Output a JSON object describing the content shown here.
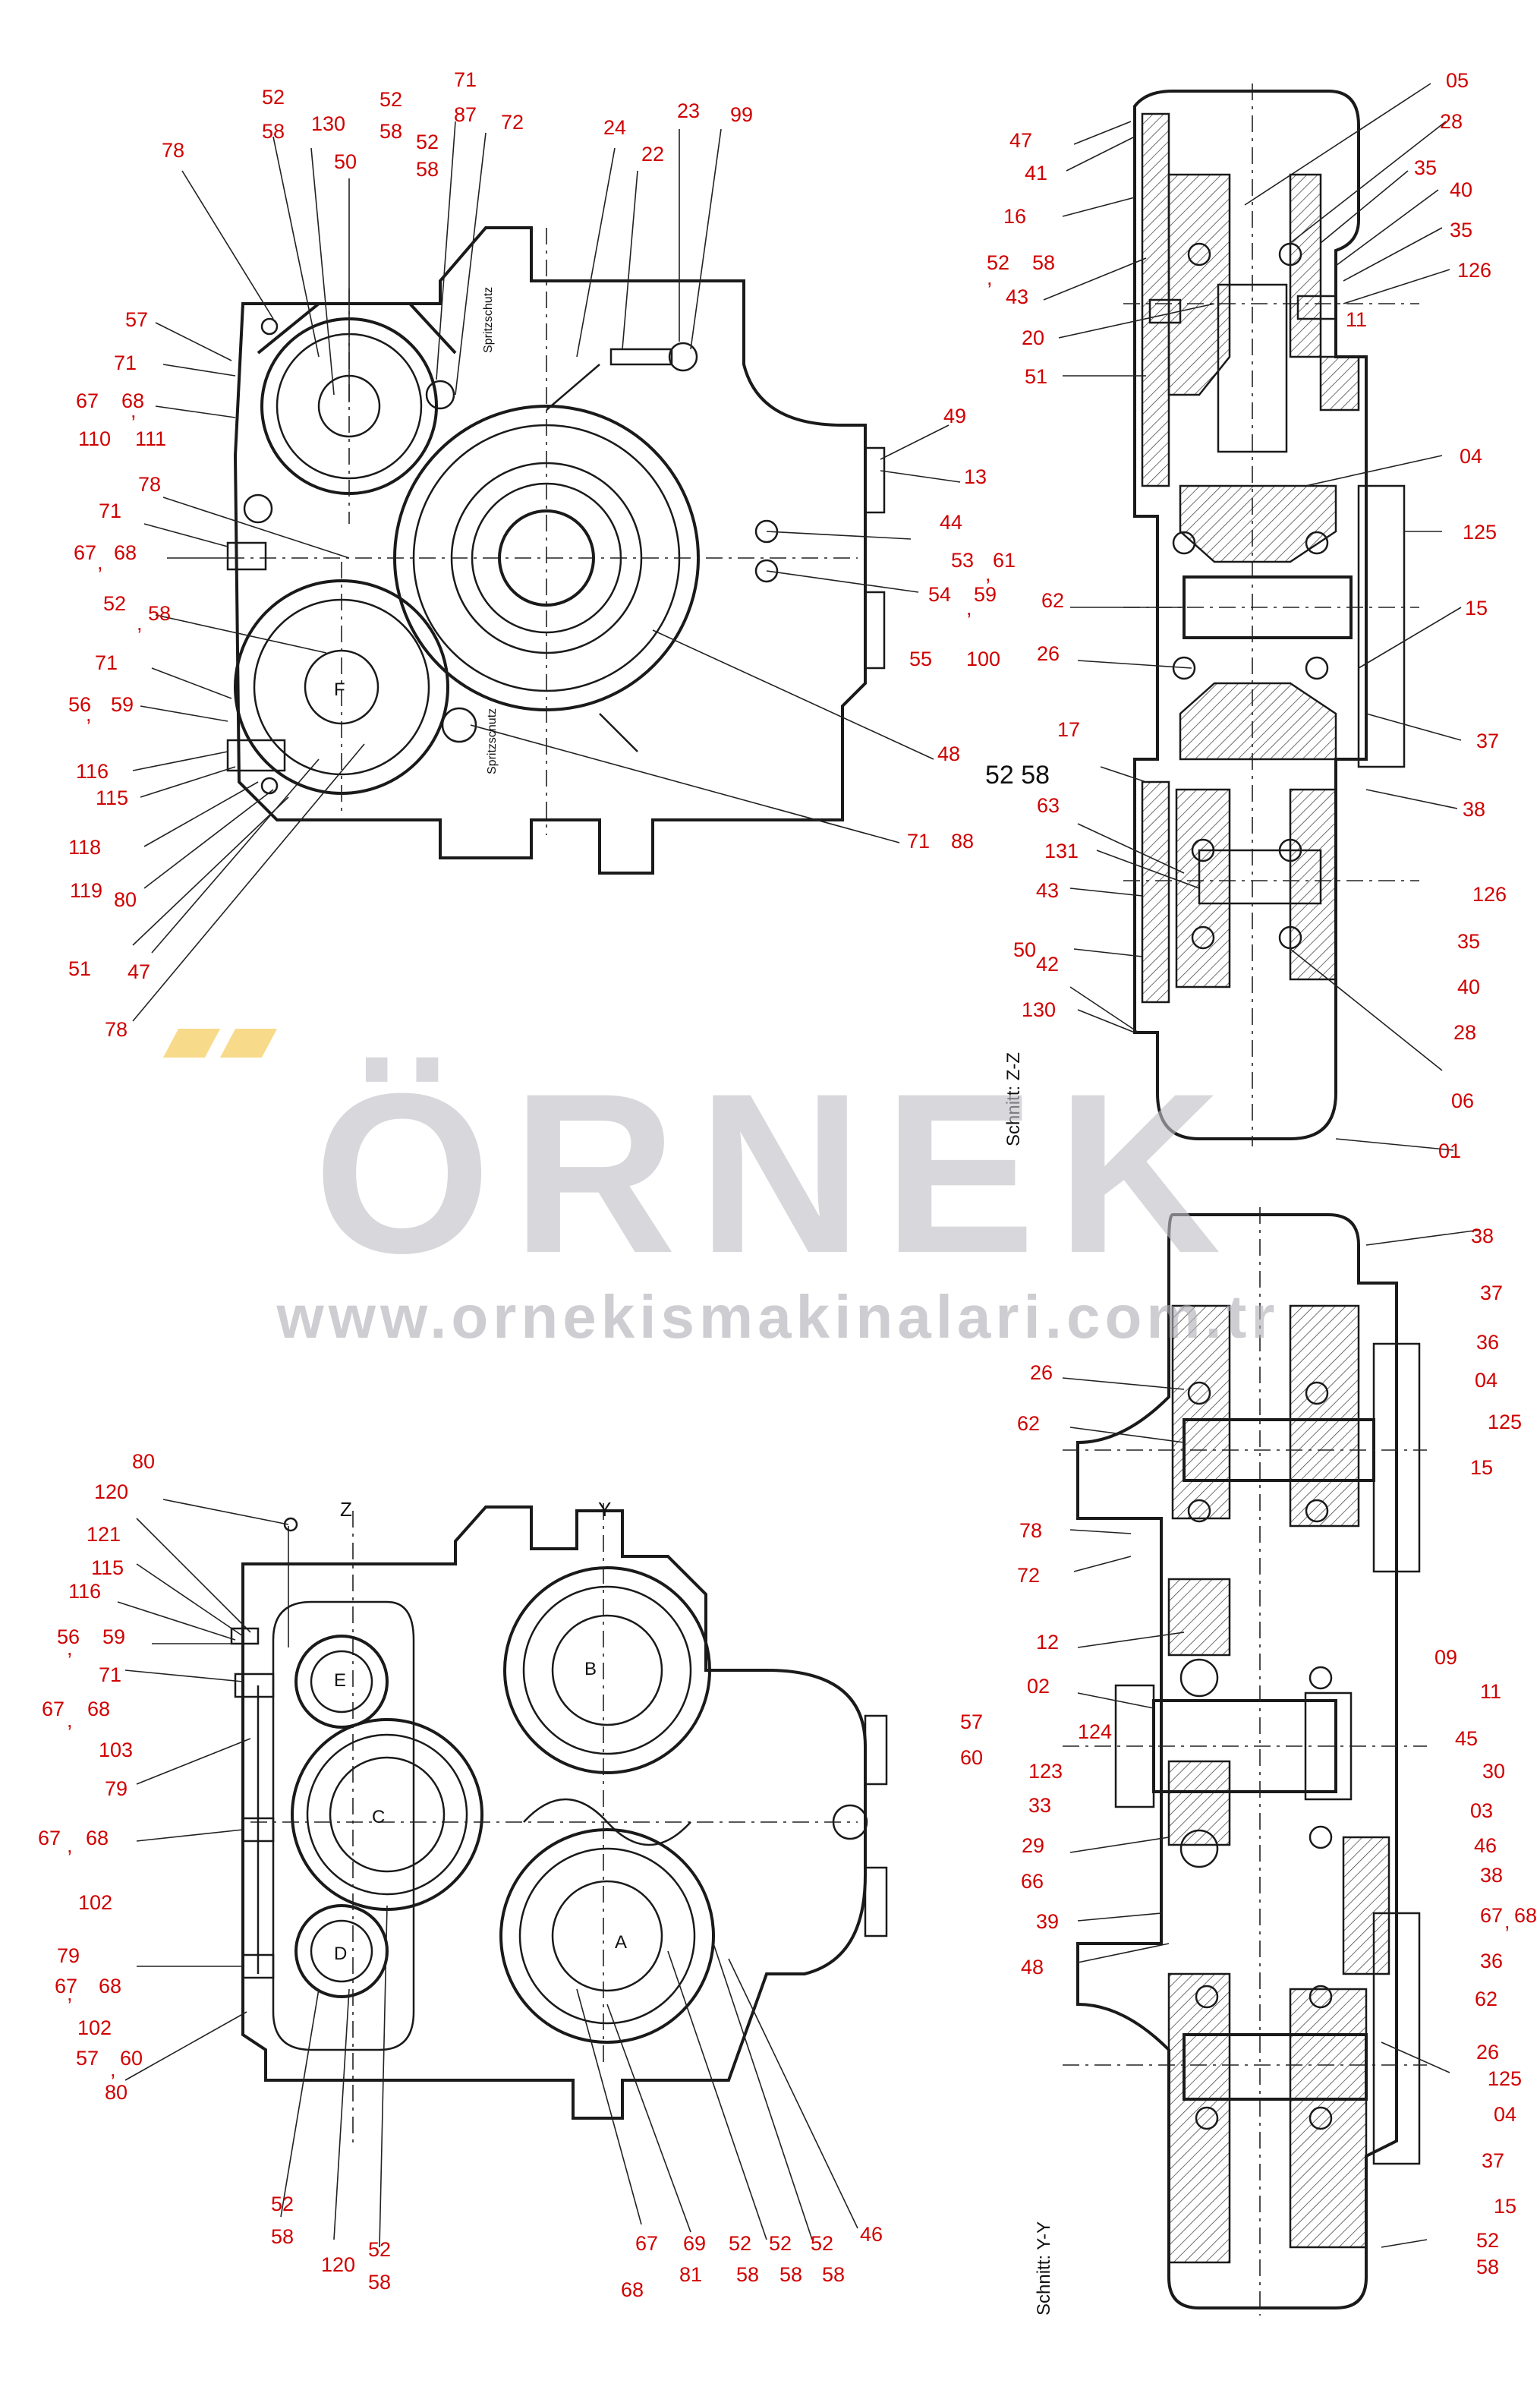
{
  "watermark": {
    "brand": "ÖRNEK",
    "url": "www.ornekismakinalari.com.tr"
  },
  "section_titles": {
    "zz": "Schnitt: Z-Z",
    "yy": "Schnitt: Y-Y"
  },
  "drawing_marks": {
    "sp1": "Spritzschutz",
    "sp2": "Spritzschutz",
    "sec_z": "Z",
    "sec_y": "Y",
    "g_A": "A",
    "g_B": "B",
    "g_C": "C",
    "g_D": "D",
    "g_E": "E",
    "g_F": "F"
  },
  "labels": {
    "tl": [
      "52",
      "58",
      "130",
      "52",
      "58",
      "50",
      "71",
      "87",
      "72",
      "52",
      "58",
      "24",
      "22",
      "23",
      "99",
      "78",
      "57",
      "71",
      "67",
      "68",
      "110",
      "111",
      "78",
      "71",
      "67",
      "68",
      "52",
      "58",
      "71",
      "56",
      "59",
      "116",
      "115",
      "118",
      "119",
      "80",
      "51",
      "47",
      "78",
      "49",
      "13",
      "44",
      "53",
      "61",
      "54",
      "59",
      "55",
      "100",
      "48",
      "71",
      "88",
      ",",
      ",",
      ",",
      ",",
      ",",
      ","
    ],
    "tr": [
      "05",
      "47",
      "41",
      "28",
      "35",
      "40",
      "16",
      "35",
      "52",
      "58",
      "43",
      "126",
      "20",
      "11",
      "51",
      "04",
      "125",
      "62",
      "15",
      "26",
      "37",
      "17",
      "52 58",
      "38",
      "63",
      "131",
      "126",
      "43",
      "35",
      "50",
      "40",
      "42",
      "28",
      "130",
      "06",
      "01",
      ","
    ],
    "bl": [
      "80",
      "120",
      "121",
      "115",
      "116",
      "56",
      "59",
      "71",
      "67",
      "68",
      "103",
      "79",
      "67",
      "68",
      "102",
      "79",
      "67",
      "68",
      "102",
      "57",
      "60",
      "80",
      "57",
      "60",
      "52",
      "58",
      "120",
      "52",
      "58",
      "67",
      "68",
      "69",
      "81",
      "52",
      "58",
      "52",
      "58",
      "52",
      "58",
      "46",
      ",",
      ",",
      ",",
      ",",
      ","
    ],
    "br": [
      "38",
      "37",
      "36",
      "26",
      "04",
      "62",
      "125",
      "15",
      "78",
      "72",
      "12",
      "09",
      "11",
      "02",
      "124",
      "45",
      "123",
      "30",
      "33",
      "03",
      "29",
      "46",
      "66",
      "38",
      "39",
      "67",
      "68",
      "48",
      "36",
      "62",
      "26",
      "125",
      "04",
      "37",
      "15",
      "52",
      "58",
      ","
    ]
  }
}
